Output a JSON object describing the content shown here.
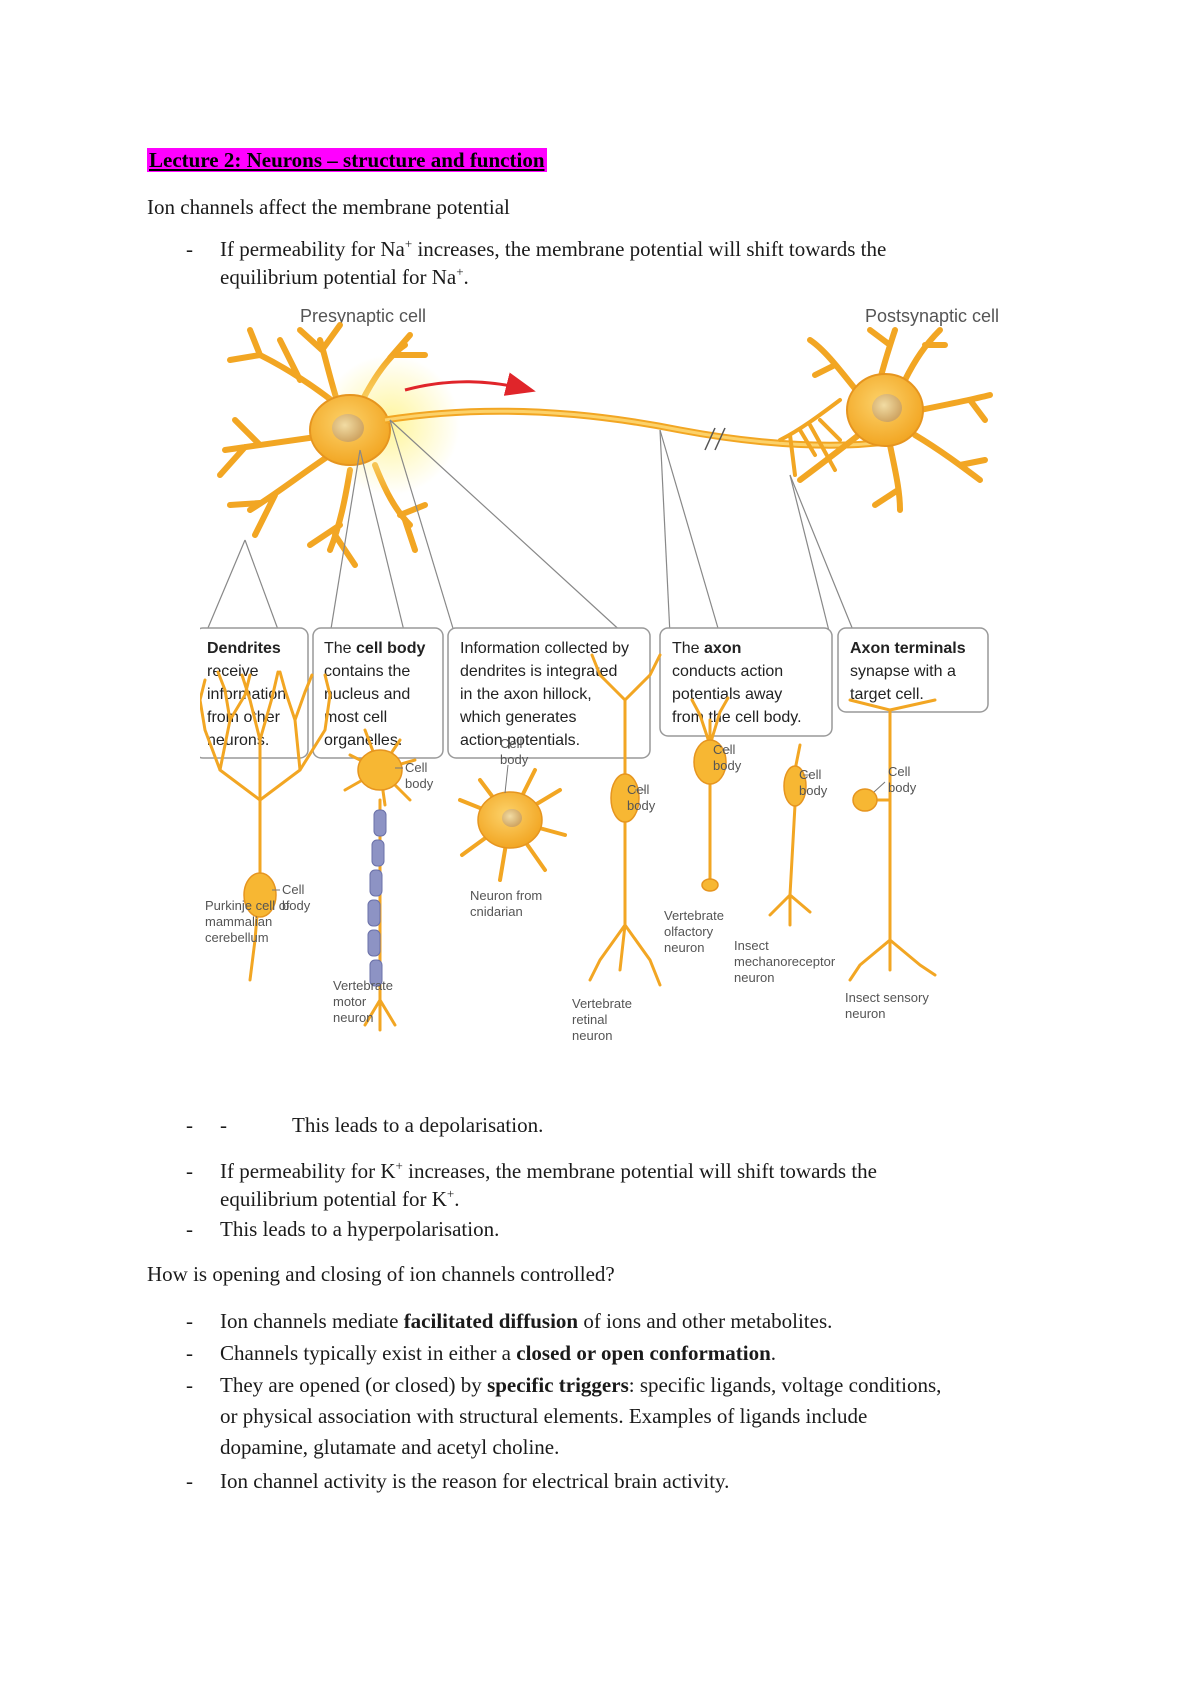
{
  "heading": "Lecture 2: Neurons – structure and function",
  "intro": "Ion channels affect the membrane potential",
  "bullets_top": [
    {
      "pre": "If permeability for Na",
      "sup": "+",
      "post": " increases, the membrane potential will shift towards the"
    },
    {
      "pre": "equilibrium potential for Na",
      "sup": "+",
      "post": "."
    }
  ],
  "figure": {
    "presynaptic_label": "Presynaptic cell",
    "postsynaptic_label": "Postsynaptic cell",
    "callouts": [
      {
        "bold": "Dendrites",
        "lines": [
          "receive",
          "information",
          "from other",
          "neurons."
        ]
      },
      {
        "pre": "The ",
        "bold": "cell body",
        "lines": [
          "contains the",
          "nucleus and",
          "most cell",
          "organelles."
        ]
      },
      {
        "lines": [
          "Information collected by",
          "dendrites is integrated",
          "in the axon hillock,",
          "which generates",
          "action potentials."
        ]
      },
      {
        "pre": "The ",
        "bold": "axon",
        "lines": [
          "conducts action",
          "potentials away",
          "from the cell body."
        ]
      },
      {
        "bold": "Axon terminals",
        "lines": [
          "synapse with a",
          "target cell."
        ]
      }
    ],
    "neuron_types": {
      "purkinje": [
        "Purkinje cell of",
        "mammalian",
        "cerebellum"
      ],
      "motor": [
        "Vertebrate",
        "motor",
        "neuron"
      ],
      "cnidarian": [
        "Neuron from",
        "cnidarian"
      ],
      "retinal": [
        "Vertebrate",
        "retinal",
        "neuron"
      ],
      "olfactory": [
        "Vertebrate",
        "olfactory",
        "neuron"
      ],
      "mechanoreceptor": [
        "Insect",
        "mechanoreceptor",
        "neuron"
      ],
      "sensory": [
        "Insect sensory",
        "neuron"
      ]
    },
    "cell_body_label": [
      "Cell",
      "body"
    ]
  },
  "bullets_mid": [
    {
      "double_dash": true,
      "text": "This leads to a depolarisation."
    },
    {
      "pre": "If permeability for K",
      "sup": "+",
      "post": " increases, the membrane potential will shift towards the"
    },
    {
      "continuation": true,
      "pre": "equilibrium potential for K",
      "sup": "+",
      "post": "."
    },
    {
      "text": "This leads to a hyperpolarisation."
    }
  ],
  "question": "How is opening and closing of ion channels controlled?",
  "bullets_bottom": [
    {
      "pre": "Ion channels mediate ",
      "bold": "facilitated diffusion",
      "post": " of ions and other metabolites."
    },
    {
      "pre": "Channels typically exist in either a ",
      "bold": "closed or open conformation",
      "post": "."
    },
    {
      "pre": "They are opened (or closed) by ",
      "bold": "specific triggers",
      "post": ": specific ligands, voltage conditions,"
    },
    {
      "continuation": true,
      "text": "or physical association with structural elements. Examples of ligands include"
    },
    {
      "continuation": true,
      "text": "dopamine, glutamate and acetyl choline."
    },
    {
      "text": "Ion channel activity is the reason for electrical brain activity."
    }
  ],
  "colors": {
    "title_highlight": "#ff00ff",
    "neuron_fill": "#f7b733",
    "neuron_stroke": "#d9901a",
    "arrow": "#e0252a",
    "myelin": "#8d93c4"
  }
}
